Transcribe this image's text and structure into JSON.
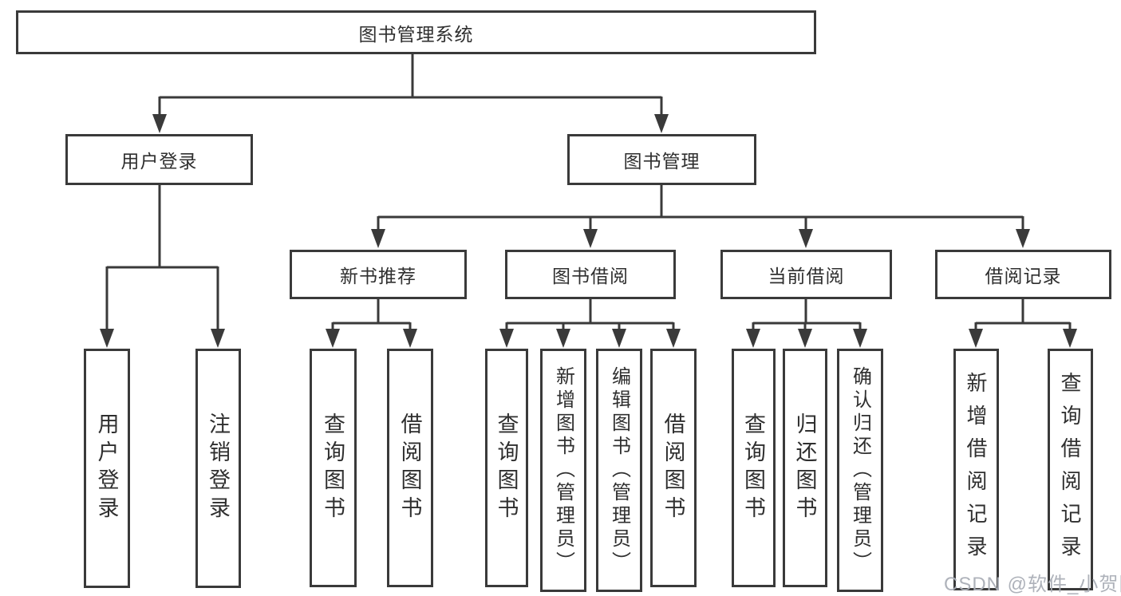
{
  "diagram": {
    "root": {
      "label": "图书管理系统",
      "children": [
        {
          "label": "用户登录",
          "children": [
            {
              "label": "用户登录"
            },
            {
              "label": "注销登录"
            }
          ]
        },
        {
          "label": "图书管理",
          "children": [
            {
              "label": "新书推荐",
              "children": [
                {
                  "label": "查询图书"
                },
                {
                  "label": "借阅图书"
                }
              ]
            },
            {
              "label": "图书借阅",
              "children": [
                {
                  "label": "查询图书"
                },
                {
                  "label": "新增图书（管理员）"
                },
                {
                  "label": "编辑图书（管理员）"
                },
                {
                  "label": "借阅图书"
                }
              ]
            },
            {
              "label": "当前借阅",
              "children": [
                {
                  "label": "查询图书"
                },
                {
                  "label": "归还图书"
                },
                {
                  "label": "确认归还（管理员）"
                }
              ]
            },
            {
              "label": "借阅记录",
              "children": [
                {
                  "label": "新增借阅记录"
                },
                {
                  "label": "查询借阅记录"
                }
              ]
            }
          ]
        }
      ]
    },
    "watermark": "CSDN @软件_小贺同学",
    "colors": {
      "line": "#3a3a3a",
      "text": "#2f2f2f",
      "box_background": "#ffffff",
      "watermark": "#aaaeb6"
    }
  }
}
